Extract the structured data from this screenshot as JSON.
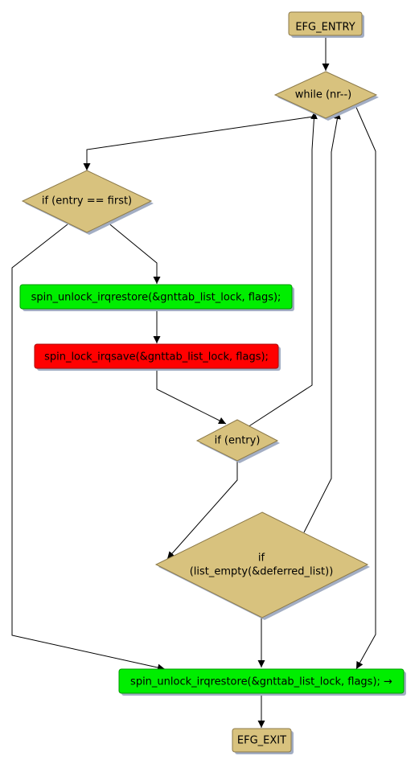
{
  "nodes": {
    "entry": {
      "label": "EFG_ENTRY"
    },
    "while": {
      "label": "while (nr--)"
    },
    "if_first": {
      "label": "if (entry == first)"
    },
    "unlock_1": {
      "label": "spin_unlock_irqrestore(&gnttab_list_lock, flags);"
    },
    "lock": {
      "label": "spin_lock_irqsave(&gnttab_list_lock, flags);"
    },
    "if_entry": {
      "label": "if (entry)"
    },
    "if_empty": {
      "line1": "if",
      "line2": "(list_empty(&deferred_list))"
    },
    "unlock_2": {
      "label": "spin_unlock_irqrestore(&gnttab_list_lock, flags); →"
    },
    "exit": {
      "label": "EFG_EXIT"
    }
  },
  "colors": {
    "decision_fill": "#d8c27e",
    "terminal_fill": "#d8c27e",
    "green_fill": "#00ee00",
    "red_fill": "#ff0000",
    "shadow": "#a3aec4",
    "outline": "#8c7a4a"
  }
}
